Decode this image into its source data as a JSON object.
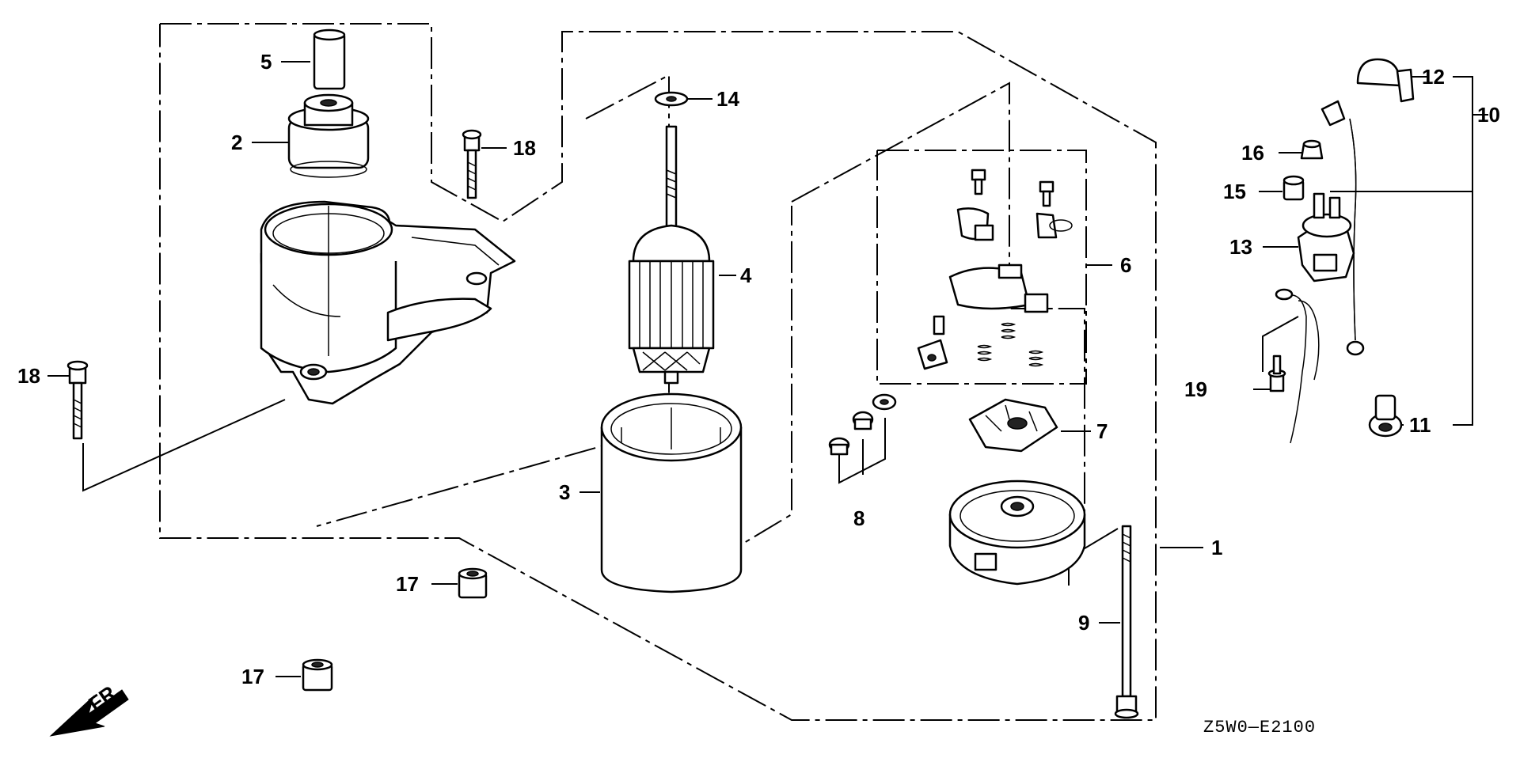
{
  "diagram": {
    "callouts": [
      {
        "id": "c1",
        "text": "1"
      },
      {
        "id": "c2",
        "text": "2"
      },
      {
        "id": "c3",
        "text": "3"
      },
      {
        "id": "c4",
        "text": "4"
      },
      {
        "id": "c5",
        "text": "5"
      },
      {
        "id": "c6",
        "text": "6"
      },
      {
        "id": "c7",
        "text": "7"
      },
      {
        "id": "c8",
        "text": "8"
      },
      {
        "id": "c9",
        "text": "9"
      },
      {
        "id": "c10",
        "text": "10"
      },
      {
        "id": "c11",
        "text": "11"
      },
      {
        "id": "c12",
        "text": "12"
      },
      {
        "id": "c13",
        "text": "13"
      },
      {
        "id": "c14",
        "text": "14"
      },
      {
        "id": "c15",
        "text": "15"
      },
      {
        "id": "c16",
        "text": "16"
      },
      {
        "id": "c17a",
        "text": "17"
      },
      {
        "id": "c17b",
        "text": "17"
      },
      {
        "id": "c18a",
        "text": "18"
      },
      {
        "id": "c18b",
        "text": "18"
      },
      {
        "id": "c19",
        "text": "19"
      }
    ],
    "front_label": "FR.",
    "drawing_code": "Z5W0—E2100"
  }
}
